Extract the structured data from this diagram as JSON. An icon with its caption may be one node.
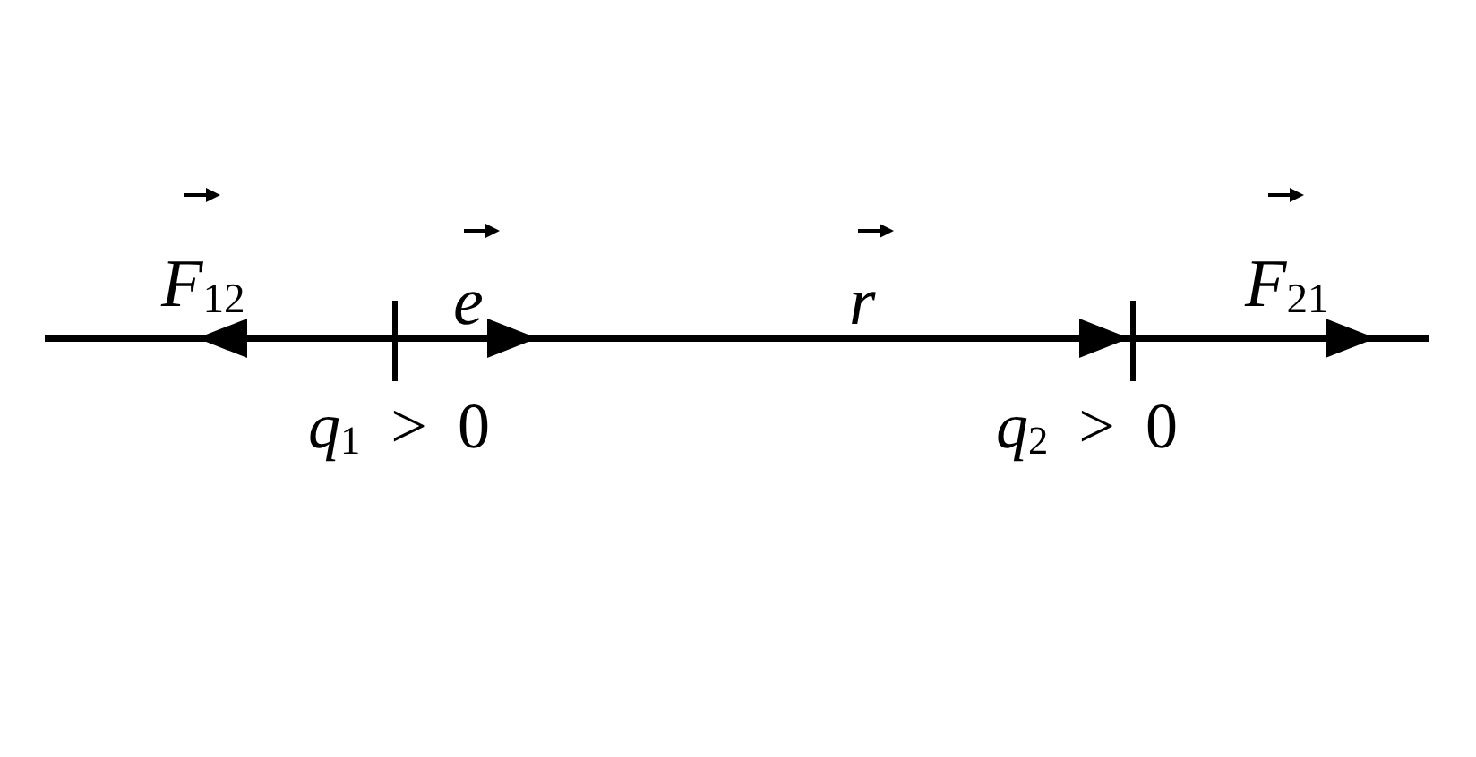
{
  "diagram": {
    "nodes": [
      {
        "text": [],
        "shape": "bar",
        "beside": [
          "*q*$_{1}$ > 0"
        ]
      },
      {
        "text": [],
        "shape": "bar",
        "beside": [
          "*q*$_{2}$ > 0"
        ]
      }
    ],
    "edges": [
      {
        "from": 0,
        "to": 1,
        "arrow": "to",
        "label": "r"
      }
    ],
    "labels": [
      "F$_{12}$",
      "e",
      "F$_{21}$"
    ]
  }
}
